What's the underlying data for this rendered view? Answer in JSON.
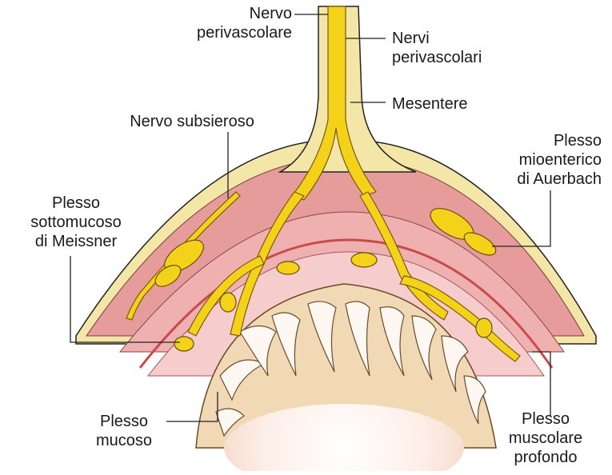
{
  "labels": {
    "nervo_perivascolare": [
      "Nervo",
      "perivascolare"
    ],
    "nervi_perivascolari": [
      "Nervi",
      "perivascolari"
    ],
    "mesentere": [
      "Mesentere"
    ],
    "nervo_subsieroso": [
      "Nervo subsieroso"
    ],
    "plesso_mioenterico": [
      "Plesso",
      "mioenterico",
      "di Auerbach"
    ],
    "plesso_sottomucoso": [
      "Plesso",
      "sottomucoso",
      "di Meissner"
    ],
    "plesso_mucoso": [
      "Plesso",
      "mucoso"
    ],
    "plesso_muscolare": [
      "Plesso",
      "muscolare",
      "profondo"
    ]
  },
  "colors": {
    "nerve_yellow": "#f5d21a",
    "nerve_outline": "#7a5a10",
    "serosa": "#f3e6a6",
    "muscle_outer": "#e8a3a3",
    "muscle_inner": "#f0b7b7",
    "submucosa": "#f6cfcf",
    "mucosa": "#f1d8b8",
    "lumen": "#fbeee6",
    "line": "#222222"
  }
}
